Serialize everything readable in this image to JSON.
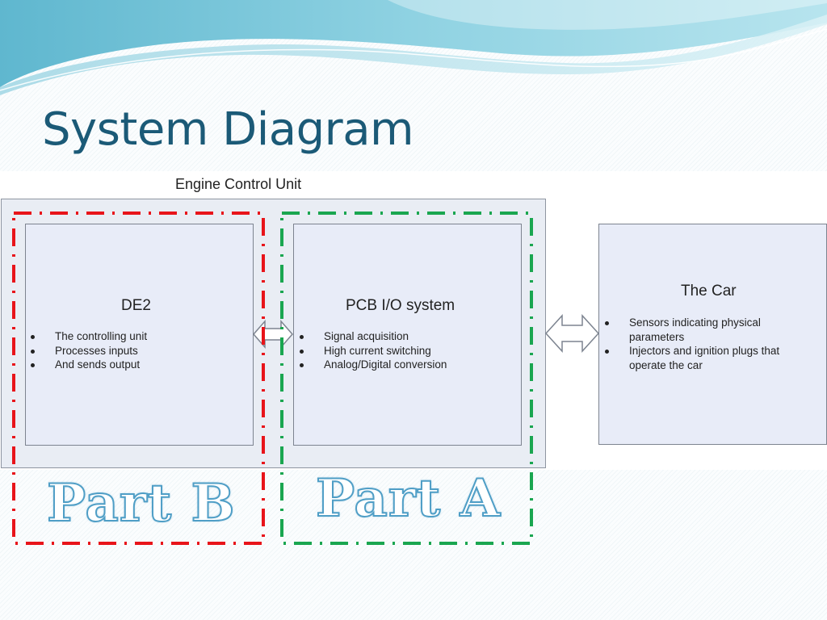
{
  "slide": {
    "title": "System Diagram",
    "accent_color": "#1b5a77"
  },
  "diagram": {
    "ecu_label": "Engine Control Unit",
    "blocks": {
      "de2": {
        "title": "DE2",
        "bullets": [
          "The controlling unit",
          "Processes inputs",
          "And sends output"
        ]
      },
      "pcb": {
        "title": "PCB I/O system",
        "bullets": [
          "Signal acquisition",
          "High current switching",
          "Analog/Digital conversion"
        ]
      },
      "car": {
        "title": "The Car",
        "bullets": [
          "Sensors indicating physical parameters",
          "Injectors and ignition plugs that operate the car"
        ]
      }
    },
    "parts": {
      "part_b": {
        "label": "Part B",
        "border_color": "#e8141a",
        "border_style": "dash-dot"
      },
      "part_a": {
        "label": "Part A",
        "border_color": "#1aa650",
        "border_style": "dash-dot"
      }
    },
    "connectors": [
      {
        "from": "de2",
        "to": "pcb",
        "type": "bidirectional-arrow"
      },
      {
        "from": "pcb",
        "to": "car",
        "type": "bidirectional-arrow"
      }
    ]
  }
}
